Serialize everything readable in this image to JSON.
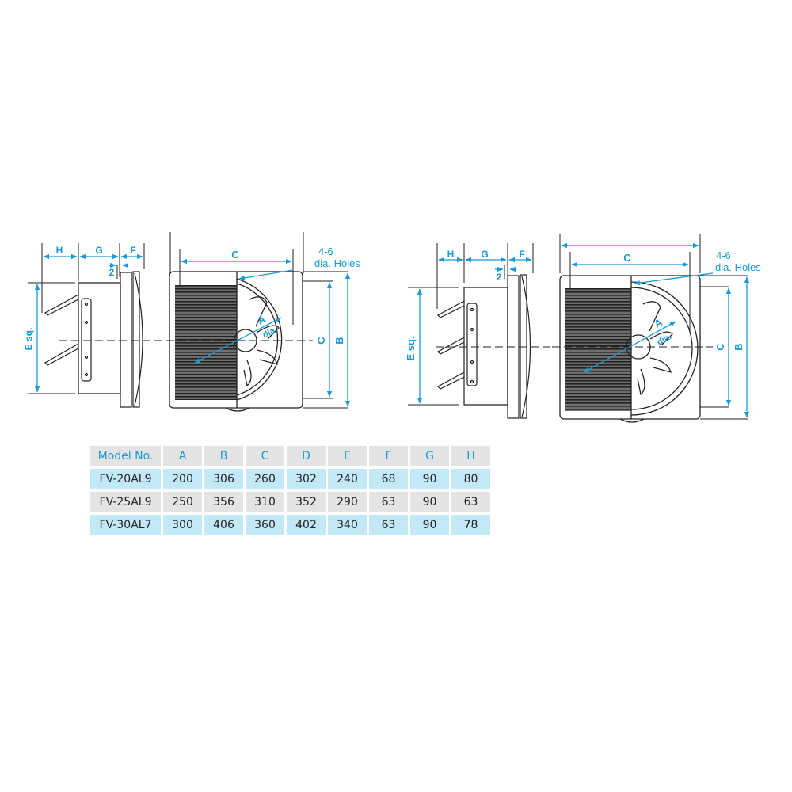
{
  "diagrams": [
    {
      "name": "small-model",
      "side_labels": {
        "H": "H",
        "G": "G",
        "F": "F",
        "gap": "2",
        "E": "E  sq."
      },
      "front_labels": {
        "C_top": "C",
        "holes_line1": "4-6",
        "holes_line2": "dia. Holes",
        "A": "A",
        "dia": "dia.",
        "C_side": "C",
        "B_side": "B"
      }
    },
    {
      "name": "large-model",
      "side_labels": {
        "H": "H",
        "G": "G",
        "F": "F",
        "gap": "2",
        "E": "E  sq."
      },
      "front_labels": {
        "C_top": "C",
        "holes_line1": "4-6",
        "holes_line2": "dia. Holes",
        "A": "A",
        "dia": "dia.",
        "C_side": "C",
        "B_side": "B"
      }
    }
  ],
  "table": {
    "headers": [
      "Model No.",
      "A",
      "B",
      "C",
      "D",
      "E",
      "F",
      "G",
      "H"
    ],
    "rows": [
      [
        "FV-20AL9",
        "200",
        "306",
        "260",
        "302",
        "240",
        "68",
        "90",
        "80"
      ],
      [
        "FV-25AL9",
        "250",
        "356",
        "310",
        "352",
        "290",
        "63",
        "90",
        "63"
      ],
      [
        "FV-30AL7",
        "300",
        "406",
        "360",
        "402",
        "340",
        "63",
        "90",
        "78"
      ]
    ]
  },
  "colors": {
    "accent": "#1a9ad6",
    "row_blue": "#c3e8f8",
    "row_gray": "#e4e4e4"
  }
}
